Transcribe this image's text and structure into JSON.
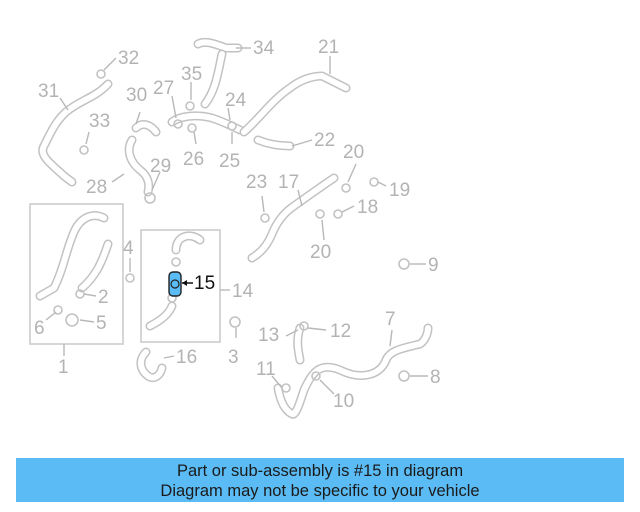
{
  "diagram": {
    "highlight_color": "#5bbcf5",
    "highlighted_part": "15",
    "labels": [
      "32",
      "34",
      "21",
      "31",
      "33",
      "35",
      "27",
      "30",
      "24",
      "26",
      "25",
      "22",
      "29",
      "28",
      "20",
      "23",
      "17",
      "19",
      "18",
      "20",
      "4",
      "2",
      "6",
      "5",
      "1",
      "15",
      "14",
      "9",
      "7",
      "13",
      "12",
      "3",
      "16",
      "11",
      "10",
      "8"
    ]
  },
  "banner": {
    "line1": "Part or sub-assembly is #15 in diagram",
    "line2": "Diagram may not be specific to your vehicle",
    "background": "#5bbcf5"
  }
}
